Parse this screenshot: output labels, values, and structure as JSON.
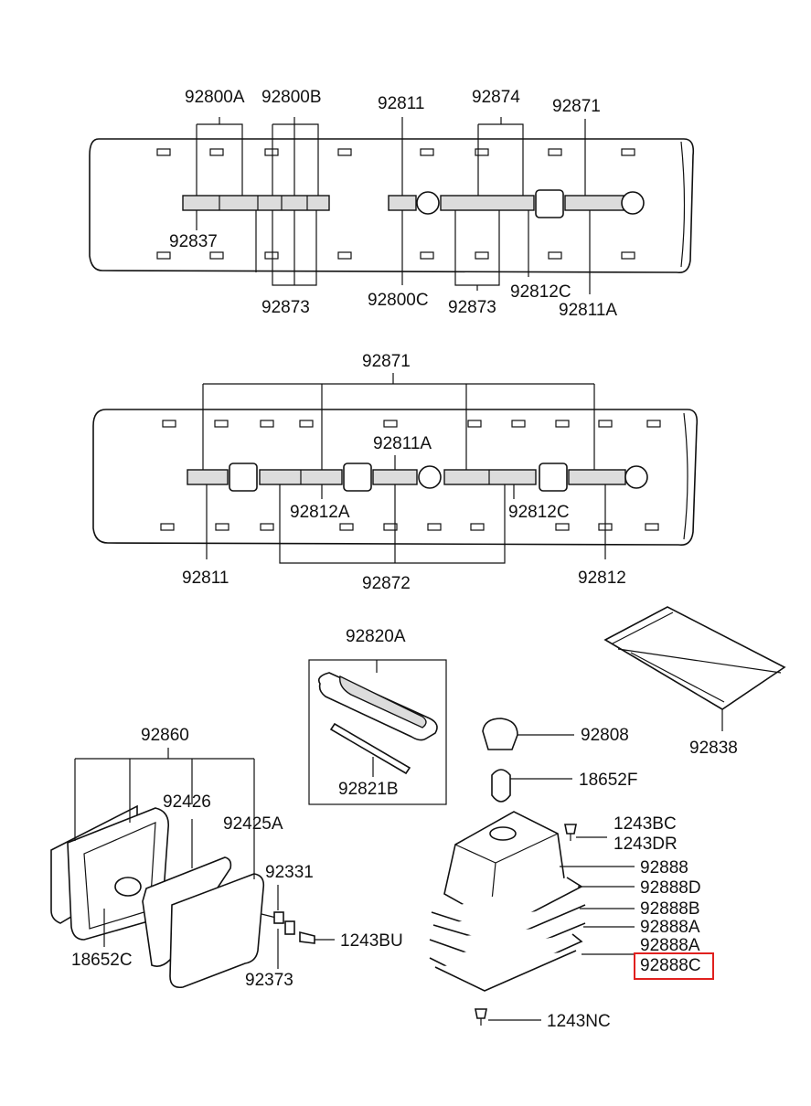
{
  "panel_top": {
    "labels": {
      "l_92800A": "92800A",
      "l_92800B": "92800B",
      "l_92811": "92811",
      "l_92874": "92874",
      "l_92871": "92871",
      "l_92837": "92837",
      "l_92873a": "92873",
      "l_92800C": "92800C",
      "l_92873b": "92873",
      "l_92812C": "92812C",
      "l_92811A": "92811A"
    }
  },
  "panel_mid": {
    "labels": {
      "l_92871": "92871",
      "l_92811A": "92811A",
      "l_92812A": "92812A",
      "l_92812C": "92812C",
      "l_92811": "92811",
      "l_92872": "92872",
      "l_92812": "92812"
    }
  },
  "panel_bottom": {
    "labels": {
      "l_92820A": "92820A",
      "l_92821B": "92821B",
      "l_92838": "92838",
      "l_92808": "92808",
      "l_18652F": "18652F",
      "l_1243BC": "1243BC",
      "l_1243DR": "1243DR",
      "l_92888": "92888",
      "l_92888D": "92888D",
      "l_92888B": "92888B",
      "l_92888A_1": "92888A",
      "l_92888A_2": "92888A",
      "l_92888C": "92888C",
      "l_1243NC": "1243NC",
      "l_92860": "92860",
      "l_92426": "92426",
      "l_92425A": "92425A",
      "l_92331": "92331",
      "l_1243BU": "1243BU",
      "l_18652C": "18652C",
      "l_92373": "92373"
    }
  },
  "highlight": {
    "label": "92888C",
    "color": "#e0201e"
  }
}
